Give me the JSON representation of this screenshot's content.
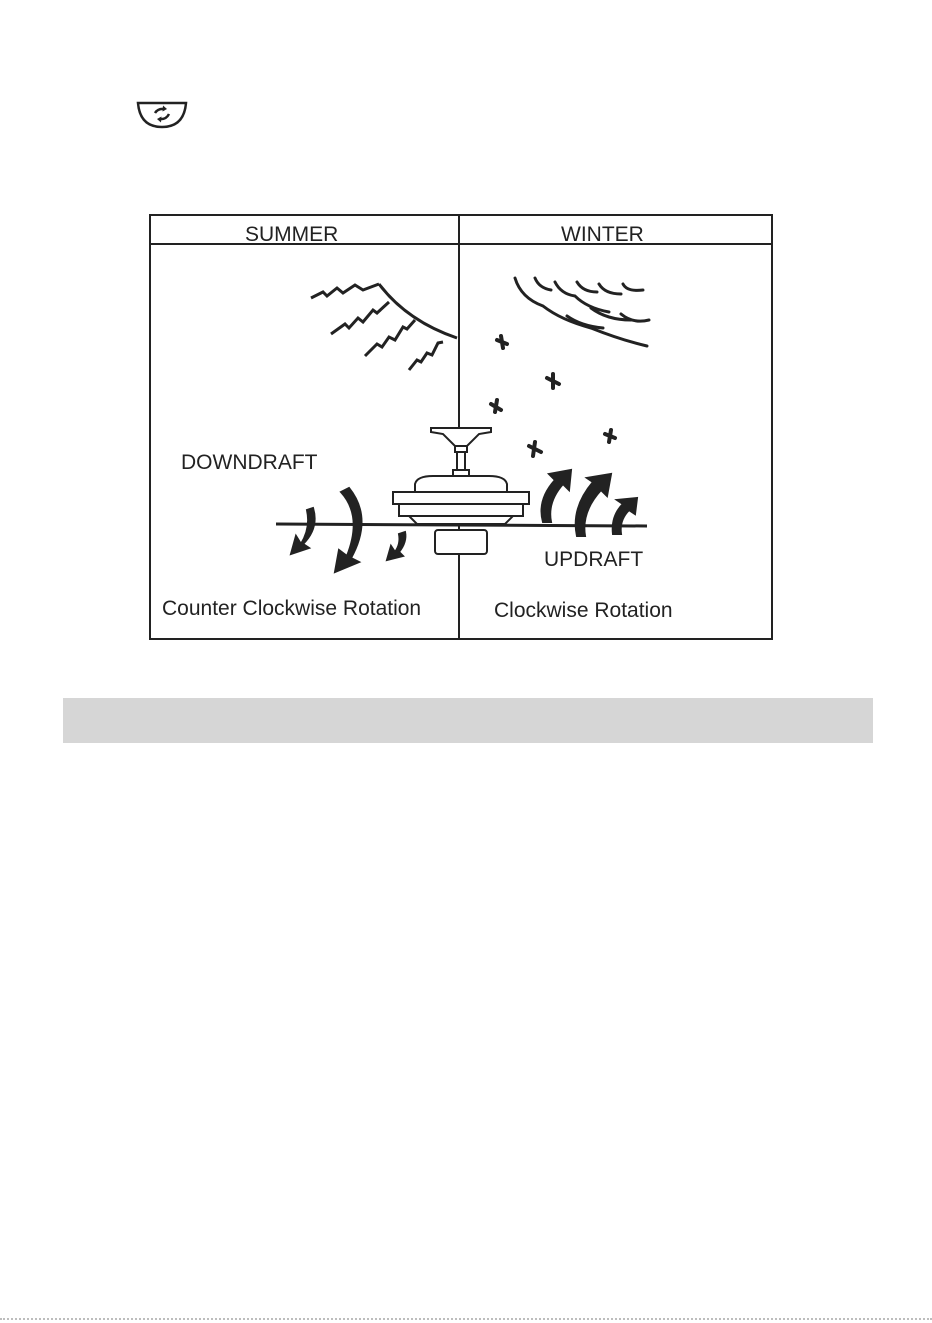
{
  "reverse_button": {
    "icon": "reverse-direction-icon"
  },
  "diagram": {
    "summer_header": "SUMMER",
    "winter_header": "WINTER",
    "downdraft_label": "DOWNDRAFT",
    "updraft_label": "UPDRAFT",
    "summer_rotation": "Counter Clockwise Rotation",
    "winter_rotation": "Clockwise Rotation"
  },
  "section_bar": {
    "text": ""
  },
  "colors": {
    "ink": "#222222",
    "bar": "#d6d6d6"
  }
}
